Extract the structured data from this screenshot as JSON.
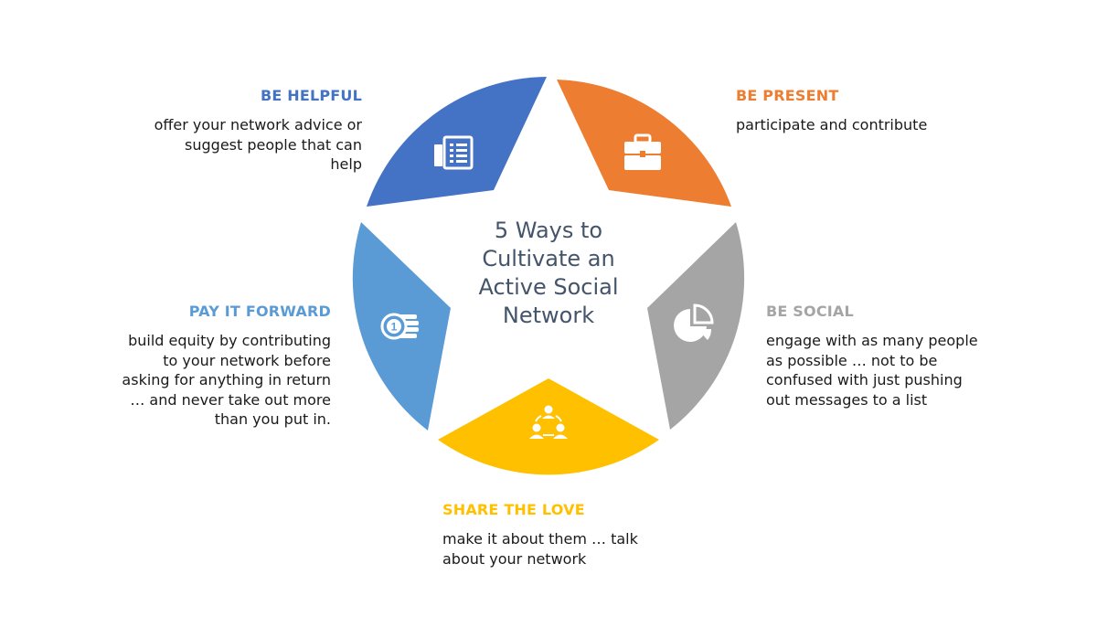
{
  "center_title": [
    "5 Ways to",
    "Cultivate an",
    "Active Social",
    "Network"
  ],
  "colors": {
    "helpful": "#4472c4",
    "present": "#ed7d31",
    "social": "#a5a5a5",
    "share": "#ffc000",
    "payit": "#5b9bd5",
    "center_text": "#44546a"
  },
  "segments": {
    "helpful": {
      "title": "BE HELPFUL",
      "lines": [
        "offer your network advice or",
        "suggest people that can",
        "help"
      ],
      "icon": "document-list-icon"
    },
    "present": {
      "title": "BE PRESENT",
      "lines": [
        "participate and contribute"
      ],
      "icon": "briefcase-icon"
    },
    "social": {
      "title": "BE SOCIAL",
      "lines": [
        "engage with as many people",
        "as possible … not to be",
        "confused with just pushing",
        "out messages to a list"
      ],
      "icon": "pie-chart-icon"
    },
    "share": {
      "title": "SHARE THE LOVE",
      "lines": [
        "make it about them … talk",
        "about your network"
      ],
      "icon": "people-group-icon"
    },
    "payit": {
      "title": "PAY IT FORWARD",
      "lines": [
        "build equity by contributing",
        "to your network before",
        "asking for anything in return",
        "… and never take out more",
        "than you put in."
      ],
      "icon": "coins-icon"
    }
  }
}
